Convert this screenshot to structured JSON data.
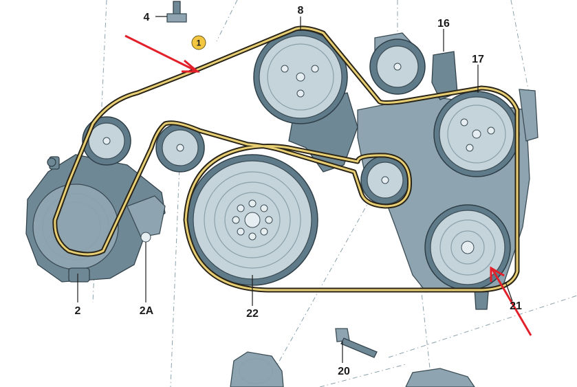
{
  "labels": {
    "belt": "1",
    "alternator": "2",
    "alternator_bolt": "2A",
    "bolt_4": "4",
    "pulley_8": "8",
    "tensioner_16": "16",
    "pulley_17": "17",
    "bolt_20": "20",
    "pulley_21": "21",
    "crank_22": "22"
  },
  "colors": {
    "belt_outer": "#2b2518",
    "belt_core": "#e8cf73",
    "arrow": "#e3202a",
    "badge": "#f2c641"
  }
}
